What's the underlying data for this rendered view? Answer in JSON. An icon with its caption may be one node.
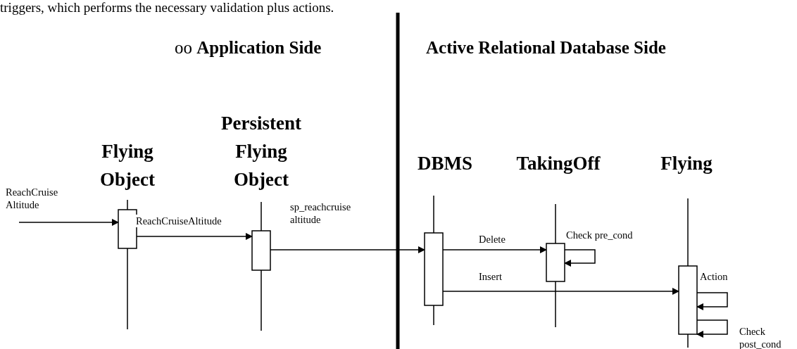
{
  "diagram": {
    "nodes": [
      {
        "text": [
          "Flying Object"
        ]
      },
      {
        "text": [
          "Persistent Flying Object"
        ]
      },
      {
        "text": [
          "DBMS"
        ]
      },
      {
        "text": [
          "TakingOff"
        ]
      },
      {
        "text": [
          "Flying"
        ]
      }
    ],
    "edges": [
      {
        "from": null,
        "to": 0,
        "arrow": "to",
        "label": "ReachCruise Altitude"
      },
      {
        "from": 0,
        "to": 1,
        "arrow": "to",
        "label": "ReachCruiseAltitude"
      },
      {
        "from": 1,
        "to": 2,
        "arrow": "to",
        "label": "sp_reachcruise altitude"
      },
      {
        "from": 2,
        "to": 3,
        "arrow": "to",
        "label": "Delete"
      },
      {
        "from": 3,
        "to": 3,
        "arrow": "to",
        "label": "Check pre_cond"
      },
      {
        "from": 2,
        "to": 4,
        "arrow": "to",
        "label": "Insert"
      },
      {
        "from": 4,
        "to": 4,
        "arrow": "to",
        "label": "Action"
      },
      {
        "from": 4,
        "to": 4,
        "arrow": "to",
        "label": "Check post_cond"
      }
    ],
    "labels": [
      "triggers, which performs the necessary validation plus actions.",
      "oo **Application Side**",
      "Active Relational Database Side"
    ]
  }
}
